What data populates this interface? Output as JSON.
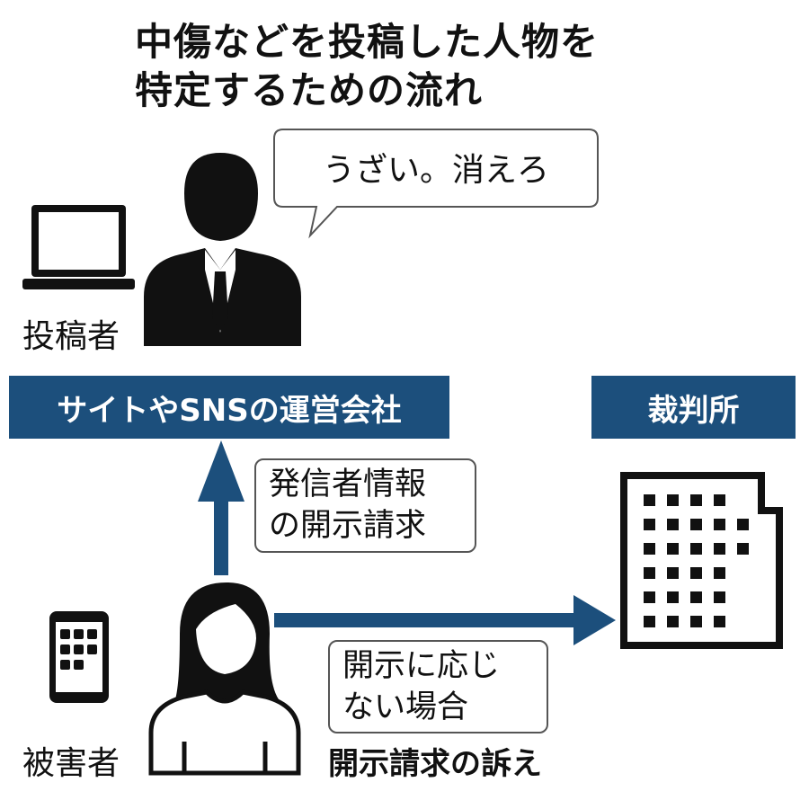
{
  "title": {
    "line1": "中傷などを投稿した人物を",
    "line2": "特定するための流れ"
  },
  "speech_bubble": "うざい。消えろ",
  "poster_label": "投稿者",
  "victim_label": "被害者",
  "operator_box": "サイトやSNSの運営会社",
  "court_box": "裁判所",
  "disclosure_request": {
    "line1": "発信者情報",
    "line2": "の開示請求"
  },
  "if_refused": {
    "line1": "開示に応じ",
    "line2": "ない場合"
  },
  "lawsuit_label": "開示請求の訴え",
  "colors": {
    "accent": "#1c4f7c",
    "figure": "#111111"
  }
}
